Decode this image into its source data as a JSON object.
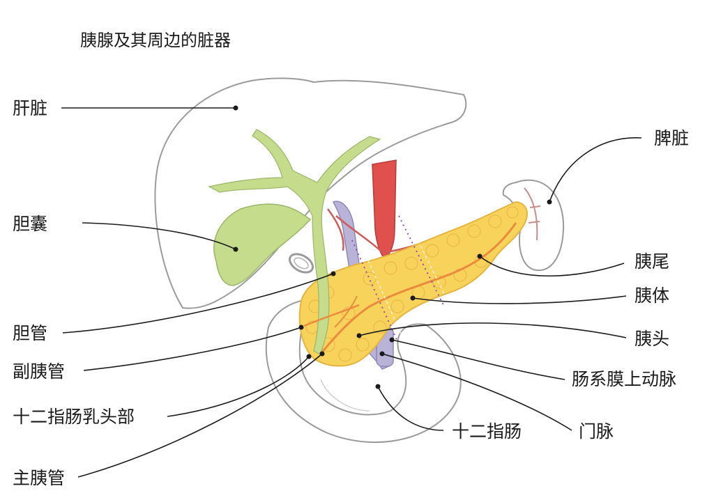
{
  "title": "胰腺及其周边的脏器",
  "labels": {
    "liver": "肝脏",
    "gallbladder": "胆囊",
    "bile_duct": "胆管",
    "accessory_duct": "副胰管",
    "papilla": "十二指肠乳头部",
    "main_duct": "主胰管",
    "spleen": "脾脏",
    "pancreas_tail": "胰尾",
    "pancreas_body": "胰体",
    "pancreas_head": "胰头",
    "sma": "肠系膜上动脉",
    "portal_vein": "门脉",
    "duodenum": "十二指肠"
  },
  "colors": {
    "pancreas": "#f7d35c",
    "gallbladder_bile": "#c5dc8c",
    "artery": "#e0504c",
    "vein": "#b9b3d8",
    "duct": "#eb8a3c",
    "outline": "#9a9a9a"
  }
}
